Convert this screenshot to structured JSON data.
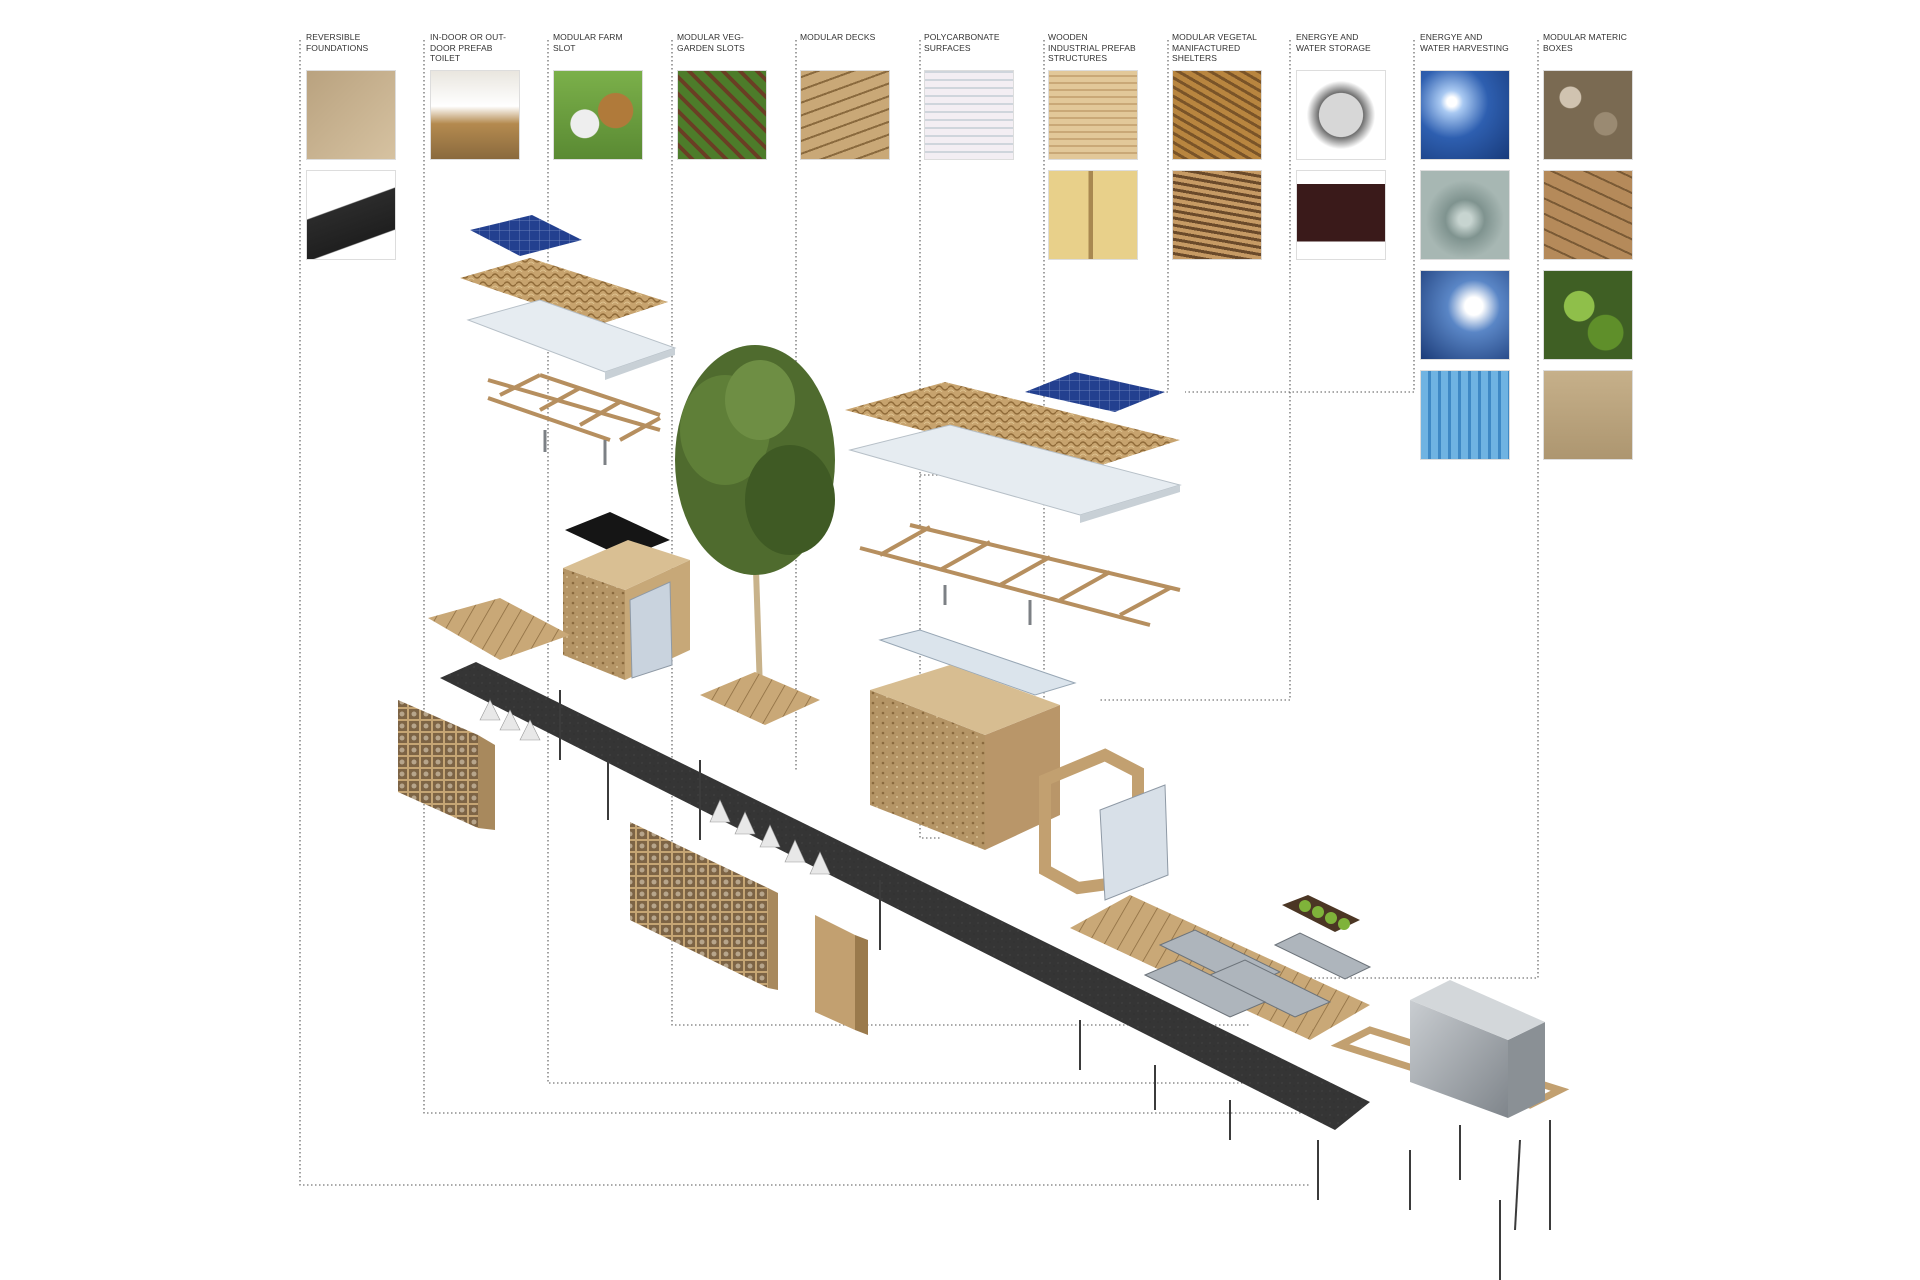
{
  "categories": [
    {
      "label": "REVERSIBLE FOUNDATIONS",
      "swatches": [
        "sand-texture",
        "ground-screw"
      ]
    },
    {
      "label": "IN-DOOR OR OUT-DOOR PREFAB TOILET",
      "swatches": [
        "wash-basin"
      ]
    },
    {
      "label": "MODULAR FARM SLOT",
      "swatches": [
        "sheep-and-cow"
      ]
    },
    {
      "label": "MODULAR VEG-GARDEN SLOTS",
      "swatches": [
        "vegetable-garden"
      ]
    },
    {
      "label": "MODULAR DECKS",
      "swatches": [
        "wooden-deck"
      ]
    },
    {
      "label": "POLYCARBONATE SURFACES",
      "swatches": [
        "polycarbonate-sheets"
      ]
    },
    {
      "label": "WOODEN INDUSTRIAL PREFAB STRUCTURES",
      "swatches": [
        "plywood-panels",
        "timber-beams"
      ]
    },
    {
      "label": "MODULAR VEGETAL MANIFACTURED SHELTERS",
      "swatches": [
        "woven-wicker",
        "reed-mat"
      ]
    },
    {
      "label": "ENERGYE AND WATER STORAGE",
      "swatches": [
        "water-bladder",
        "battery-pack"
      ]
    },
    {
      "label": "ENERGYE AND WATER HARVESTING",
      "swatches": [
        "sun-sky",
        "rain-drops",
        "dandelion-wind",
        "wet-glass"
      ]
    },
    {
      "label": "MODULAR MATERIC BOXES",
      "swatches": [
        "gabion-stones",
        "cork-blocks",
        "green-wall",
        "rammed-earth"
      ]
    }
  ],
  "colors": {
    "wood": "#c9a877",
    "wood_dark": "#8a6a3e",
    "asphalt": "#333333",
    "panel_blue": "#1f3a8c",
    "polycarbonate": "#dfe6ec",
    "steel": "#9ea3a8",
    "foliage": "#4f6b2e",
    "leader": "#444444"
  }
}
